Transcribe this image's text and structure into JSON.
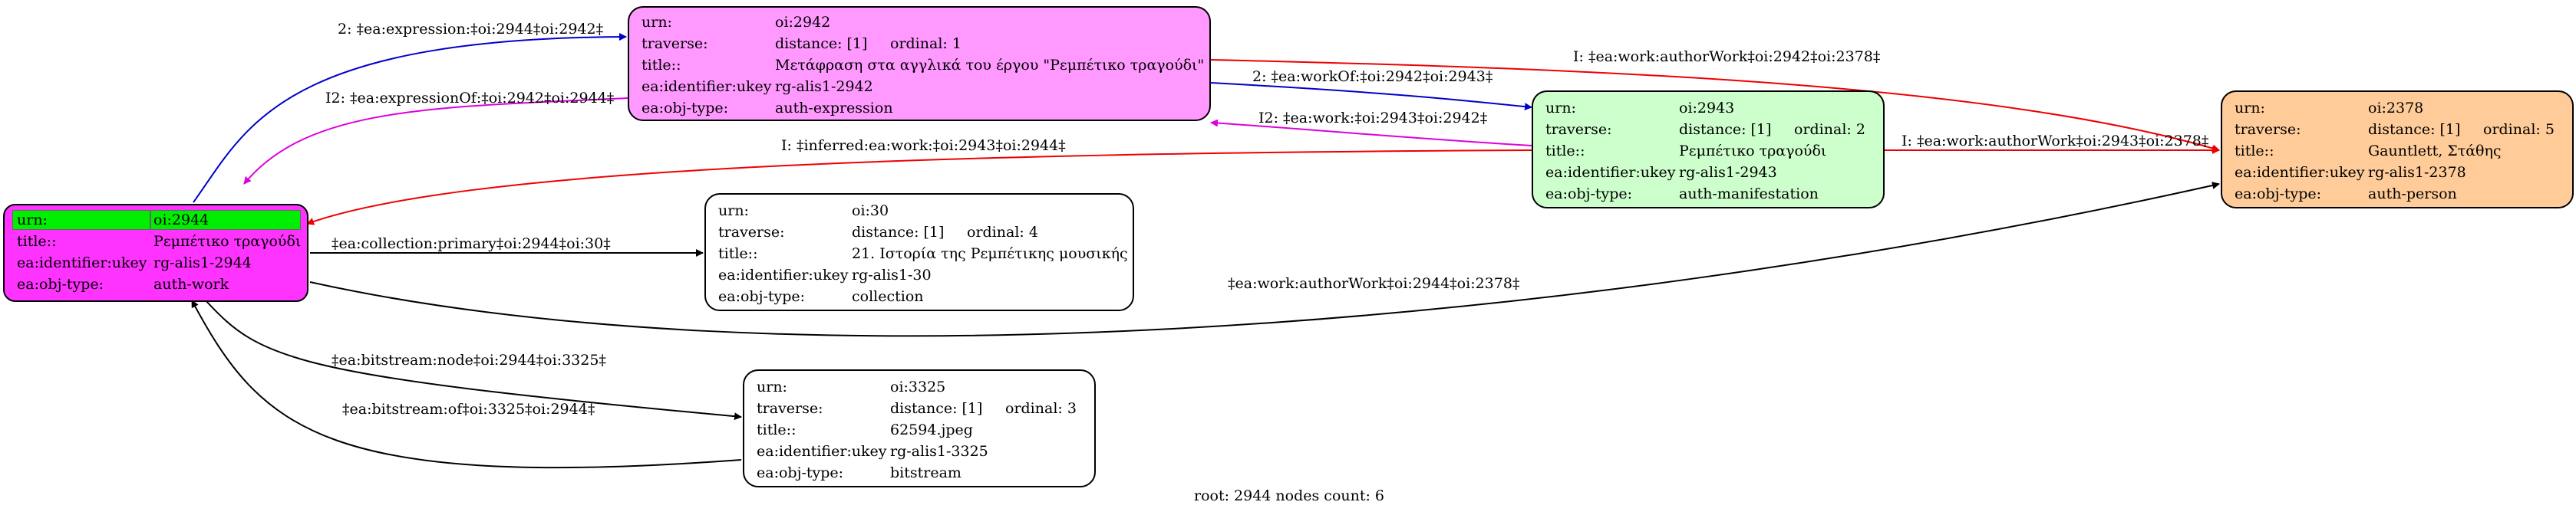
{
  "nodes": {
    "oi2942": {
      "color": "#ff99ff",
      "rows": [
        {
          "k": "urn:",
          "v": "oi:2942"
        },
        {
          "k": "traverse:",
          "v": "distance: [1]",
          "v2": "ordinal: 1"
        },
        {
          "k": "title::",
          "v": "Μετάφραση στα αγγλικά του έργου \"Ρεμπέτικο τραγούδι\""
        },
        {
          "k": "ea:identifier:ukey",
          "v": "rg-alis1-2942"
        },
        {
          "k": "ea:obj-type:",
          "v": "auth-expression"
        }
      ]
    },
    "oi2943": {
      "color": "#ccffcc",
      "rows": [
        {
          "k": "urn:",
          "v": "oi:2943"
        },
        {
          "k": "traverse:",
          "v": "distance: [1]",
          "v2": "ordinal: 2"
        },
        {
          "k": "title::",
          "v": "Ρεμπέτικο τραγούδι"
        },
        {
          "k": "ea:identifier:ukey",
          "v": "rg-alis1-2943"
        },
        {
          "k": "ea:obj-type:",
          "v": "auth-manifestation"
        }
      ]
    },
    "oi2378": {
      "color": "#ffcc99",
      "rows": [
        {
          "k": "urn:",
          "v": "oi:2378"
        },
        {
          "k": "traverse:",
          "v": "distance: [1]",
          "v2": "ordinal: 5"
        },
        {
          "k": "title::",
          "v": "Gauntlett, Στάθης"
        },
        {
          "k": "ea:identifier:ukey",
          "v": "rg-alis1-2378"
        },
        {
          "k": "ea:obj-type:",
          "v": "auth-person"
        }
      ]
    },
    "oi2944": {
      "color": "#ff33ff",
      "highlight": "#00ee00",
      "rows": [
        {
          "k": "urn:",
          "v": "oi:2944"
        },
        {
          "k": "title::",
          "v": "Ρεμπέτικο τραγούδι"
        },
        {
          "k": "ea:identifier:ukey",
          "v": "rg-alis1-2944"
        },
        {
          "k": "ea:obj-type:",
          "v": "auth-work"
        }
      ]
    },
    "oi30": {
      "color": "#ffffff",
      "rows": [
        {
          "k": "urn:",
          "v": "oi:30"
        },
        {
          "k": "traverse:",
          "v": "distance: [1]",
          "v2": "ordinal: 4"
        },
        {
          "k": "title::",
          "v": "21. Ιστορία της Ρεμπέτικης μουσικής"
        },
        {
          "k": "ea:identifier:ukey",
          "v": "rg-alis1-30"
        },
        {
          "k": "ea:obj-type:",
          "v": "collection"
        }
      ]
    },
    "oi3325": {
      "color": "#ffffff",
      "rows": [
        {
          "k": "urn:",
          "v": "oi:3325"
        },
        {
          "k": "traverse:",
          "v": "distance: [1]",
          "v2": "ordinal: 3"
        },
        {
          "k": "title::",
          "v": "62594.jpeg"
        },
        {
          "k": "ea:identifier:ukey",
          "v": "rg-alis1-3325"
        },
        {
          "k": "ea:obj-type:",
          "v": "bitstream"
        }
      ]
    }
  },
  "edges": [
    {
      "id": "e1",
      "label": "2: ‡ea:expression:‡oi:2944‡oi:2942‡",
      "color": "#0000cc"
    },
    {
      "id": "e2",
      "label": "I2: ‡ea:expressionOf:‡oi:2942‡oi:2944‡",
      "color": "#dd00dd"
    },
    {
      "id": "e3",
      "label": "I: ‡ea:work:authorWork‡oi:2942‡oi:2378‡",
      "color": "#ee0000"
    },
    {
      "id": "e4",
      "label": "2: ‡ea:workOf:‡oi:2942‡oi:2943‡",
      "color": "#0000cc"
    },
    {
      "id": "e5",
      "label": "I2: ‡ea:work:‡oi:2943‡oi:2942‡",
      "color": "#dd00dd"
    },
    {
      "id": "e6",
      "label": "I: ‡ea:work:authorWork‡oi:2943‡oi:2378‡",
      "color": "#ee0000"
    },
    {
      "id": "e7",
      "label": "I: ‡inferred:ea:work:‡oi:2943‡oi:2944‡",
      "color": "#ee0000"
    },
    {
      "id": "e8",
      "label": "‡ea:collection:primary‡oi:2944‡oi:30‡",
      "color": "#000000"
    },
    {
      "id": "e9",
      "label": "‡ea:work:authorWork‡oi:2944‡oi:2378‡",
      "color": "#000000"
    },
    {
      "id": "e10",
      "label": "‡ea:bitstream:node‡oi:2944‡oi:3325‡",
      "color": "#000000"
    },
    {
      "id": "e11",
      "label": "‡ea:bitstream:of‡oi:3325‡oi:2944‡",
      "color": "#000000"
    }
  ],
  "footer": "root: 2944 nodes count: 6"
}
